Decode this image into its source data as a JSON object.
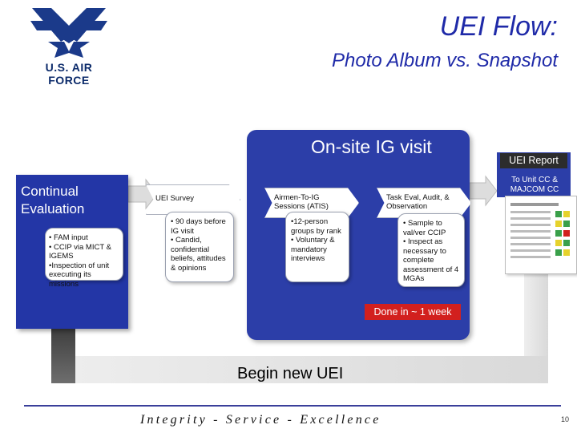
{
  "header": {
    "logo_text": "U.S. AIR FORCE",
    "title": "UEI Flow:",
    "subtitle": "Photo Album vs. Snapshot"
  },
  "continual": {
    "title": "Continual Evaluation",
    "bullets": [
      "• FAM input",
      "• CCIP via MICT & IGEMS",
      "•Inspection of unit executing its missions"
    ]
  },
  "onsite": {
    "title": "On-site IG visit",
    "steps": [
      {
        "label": "UEI Survey",
        "bullets": [
          "• 90 days before IG visit",
          "• Candid, confidential beliefs, attitudes & opinions"
        ]
      },
      {
        "label": "Airmen-To-IG Sessions (ATIS)",
        "bullets": [
          "•12-person groups by rank",
          "• Voluntary & mandatory interviews"
        ]
      },
      {
        "label": "Task Eval, Audit, & Observation",
        "bullets": [
          "• Sample to val/ver CCIP",
          "• Inspect as necessary to complete assessment of 4 MGAs"
        ]
      }
    ],
    "done_label": "Done in ~ 1 week"
  },
  "report": {
    "label": "UEI Report",
    "to": "To Unit CC & MAJCOM CC"
  },
  "loop": {
    "label": "Begin new UEI"
  },
  "footer": {
    "motto": "Integrity - Service - Excellence",
    "page_number": "10"
  },
  "colors": {
    "title_blue": "#1f2aa8",
    "box_blue": "#2c3ea8",
    "done_red": "#d2201e",
    "report_dark": "#2c2c2c"
  }
}
